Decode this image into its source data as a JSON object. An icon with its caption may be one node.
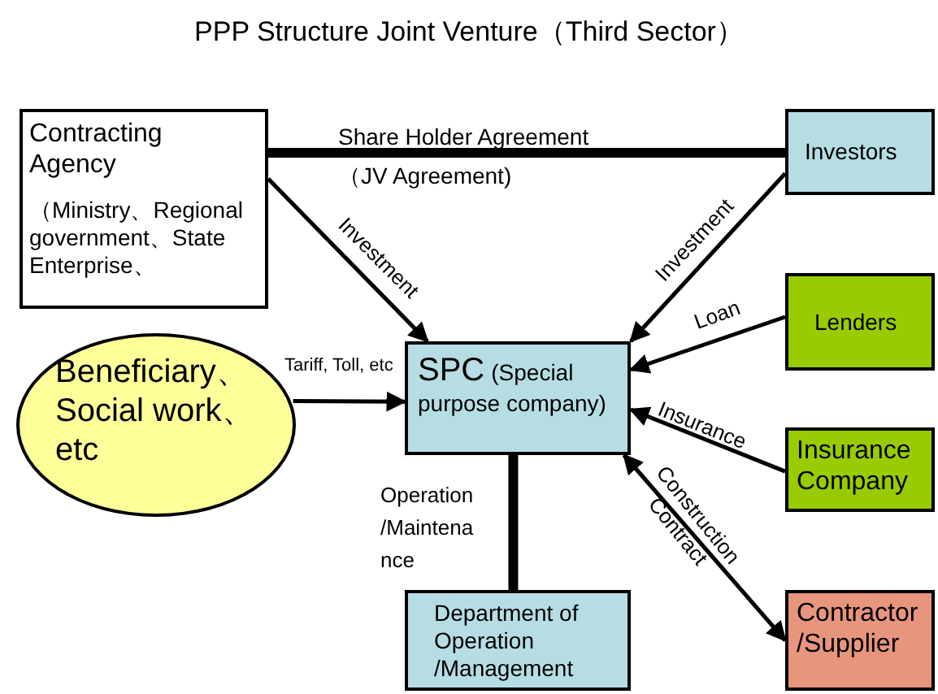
{
  "diagram": {
    "title": "PPP Structure Joint Venture（Third Sector）",
    "nodes": [
      {
        "text": [
          "Contracting Agency",
          "（Ministry、Regional government、State Enterprise、"
        ]
      },
      {
        "text": [
          "Investors"
        ]
      },
      {
        "text": [
          "Lenders"
        ]
      },
      {
        "text": [
          "Beneficiary、Social work、etc"
        ]
      },
      {
        "text": [
          "SPC",
          "(Special purpose company)"
        ]
      },
      {
        "text": [
          "Insurance Company"
        ]
      },
      {
        "text": [
          "Contractor /Supplier"
        ]
      },
      {
        "text": [
          "Department of Operation /Management"
        ]
      }
    ],
    "edges": [
      {
        "from": 0,
        "to": 1,
        "arrow": "none",
        "style": "thick",
        "label": "Share Holder Agreement （JV Agreement)"
      },
      {
        "from": 0,
        "to": 4,
        "arrow": "to",
        "label": "Investment"
      },
      {
        "from": 1,
        "to": 4,
        "arrow": "to",
        "label": "Investment"
      },
      {
        "from": 2,
        "to": 4,
        "arrow": "to",
        "label": "Loan"
      },
      {
        "from": 3,
        "to": 4,
        "arrow": "to",
        "label": "Tariff, Toll, etc"
      },
      {
        "from": 5,
        "to": 4,
        "arrow": "to",
        "label": "Insurance"
      },
      {
        "from": 4,
        "to": 6,
        "arrow": "both",
        "label": "Construction Contract"
      },
      {
        "from": 4,
        "to": 7,
        "arrow": "none",
        "style": "thick",
        "label": "Operation /Maintenance"
      }
    ]
  }
}
